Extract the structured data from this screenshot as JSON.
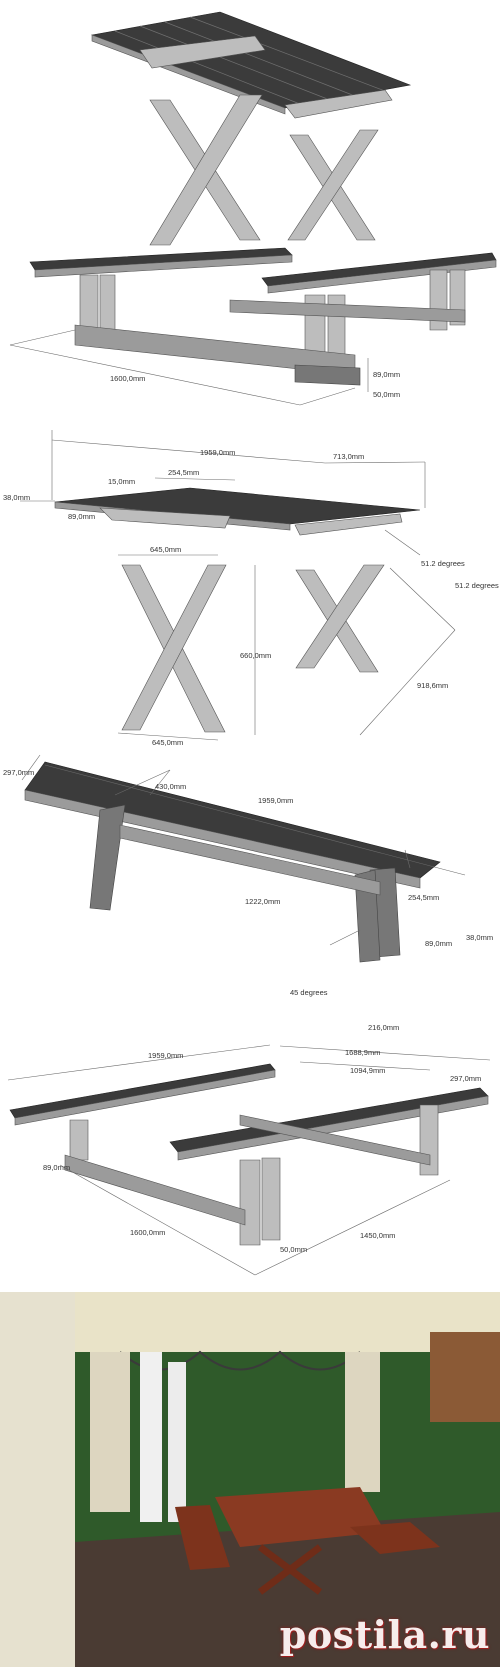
{
  "panel1": {
    "dims": {
      "length": "1600,0mm",
      "beam": "89,0mm",
      "foot": "50,0mm"
    }
  },
  "panel2": {
    "dims": {
      "overall": "1959,0mm",
      "overhang": "713,0mm",
      "gap": "15,0mm",
      "spacing": "254,5mm",
      "thickness": "38,0mm",
      "plank": "89,0mm",
      "leg_width_top": "645,0mm",
      "leg_height": "660,0mm",
      "leg_width_bottom": "645,0mm",
      "angle1": "51.2 degrees",
      "angle2": "51.2 degrees",
      "bench_leg": "918,6mm"
    }
  },
  "panel3": {
    "dims": {
      "width": "297,0mm",
      "height": "430,0mm",
      "length": "1959,0mm",
      "inner": "1222,0mm",
      "spacing": "254,5mm",
      "plank": "89,0mm",
      "thickness": "38,0mm",
      "angle": "45 degrees",
      "foot": "216,0mm"
    }
  },
  "panel4": {
    "dims": {
      "table_length": "1959,0mm",
      "total_width": "1688,9mm",
      "inner_width": "1094,9mm",
      "bench_width": "297,0mm",
      "beam": "89,0mm",
      "base_length": "1600,0mm",
      "foot": "50,0mm",
      "base_width": "1450,0mm"
    }
  },
  "photo": {
    "watermark": "postila.ru"
  },
  "colors": {
    "wood_top": "#3b3b3b",
    "wood_side": "#9b9b9b",
    "photo_wood": "#8a3a22"
  }
}
